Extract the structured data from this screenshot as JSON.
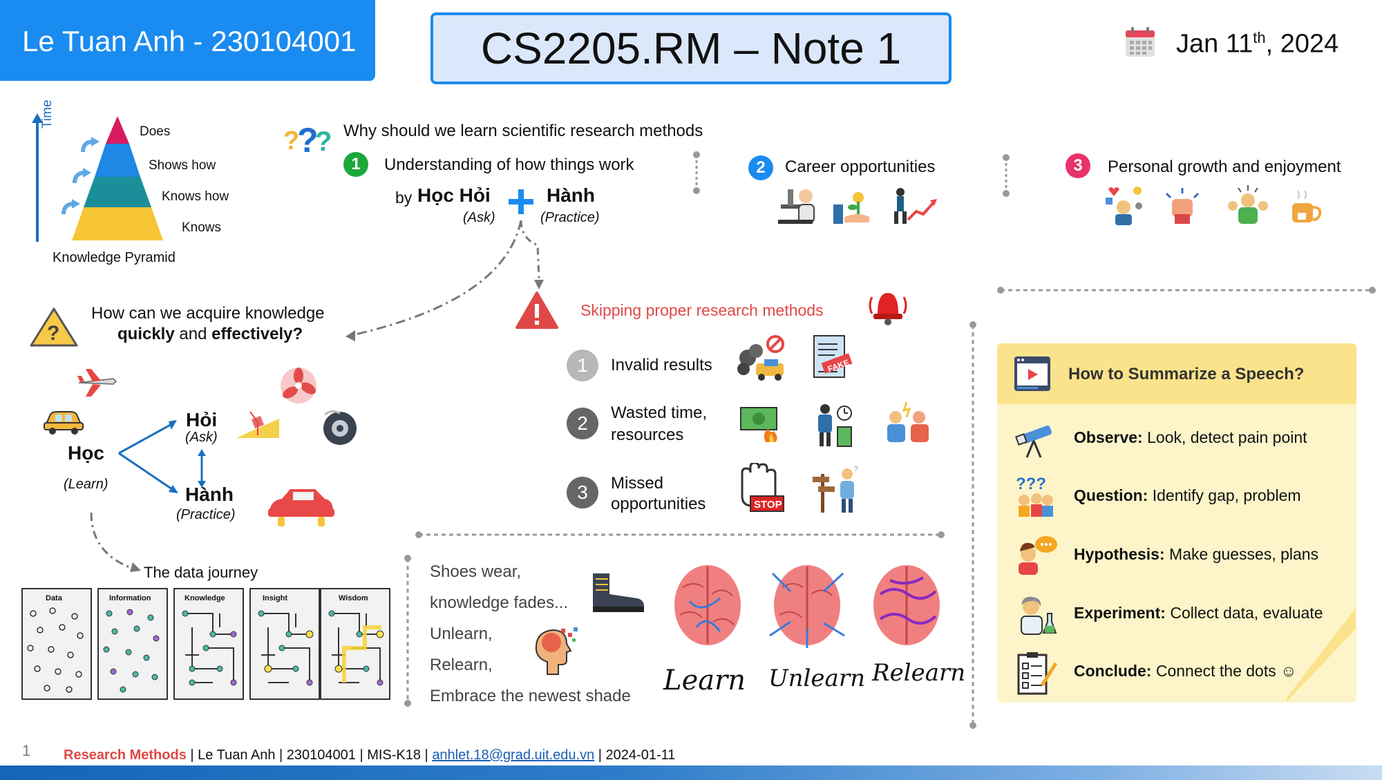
{
  "header": {
    "author": "Le Tuan Anh - 230104001",
    "title": "CS2205.RM – Note 1",
    "date_main": "Jan 11",
    "date_sup": "th",
    "date_year": ", 2024"
  },
  "pyramid": {
    "axis_label": "Time",
    "levels": [
      "Does",
      "Shows how",
      "Knows how",
      "Knows"
    ],
    "caption": "Knowledge Pyramid"
  },
  "why": {
    "heading": "Why should we learn scientific research methods",
    "reasons": [
      {
        "num": "1",
        "label": "Understanding of how things work"
      },
      {
        "num": "2",
        "label": "Career opportunities"
      },
      {
        "num": "3",
        "label": "Personal growth and enjoyment"
      }
    ],
    "by": "by",
    "hoc_hoi": "Học Hỏi",
    "ask": "(Ask)",
    "hanh": "Hành",
    "practice": "(Practice)"
  },
  "acquire": {
    "line1": "How can we acquire knowledge",
    "quickly": "quickly",
    "and": "and",
    "effectively": "effectively?",
    "hoc": "Học",
    "learn": "(Learn)",
    "hoi": "Hỏi",
    "hoi_ask": "(Ask)",
    "hanh": "Hành",
    "hanh_practice": "(Practice)",
    "journey": "The data journey",
    "stages": [
      "Data",
      "Information",
      "Knowledge",
      "Insight",
      "Wisdom"
    ]
  },
  "skipping": {
    "title": "Skipping proper research methods",
    "items": [
      {
        "num": "1",
        "label": "Invalid results"
      },
      {
        "num": "2",
        "label_a": "Wasted time,",
        "label_b": "resources"
      },
      {
        "num": "3",
        "label_a": "Missed",
        "label_b": "opportunities"
      }
    ]
  },
  "poem": {
    "lines": [
      "Shoes wear,",
      "knowledge fades...",
      "Unlearn,",
      "Relearn,",
      "Embrace the newest shade"
    ],
    "brains": [
      "Learn",
      "Unlearn",
      "Relearn"
    ]
  },
  "summary": {
    "title": "How to Summarize a Speech?",
    "steps": [
      {
        "term": "Observe:",
        "desc": "Look, detect pain point",
        "icon": "telescope-icon"
      },
      {
        "term": "Question:",
        "desc": "Identify gap, problem",
        "icon": "question-people-icon"
      },
      {
        "term": "Hypothesis:",
        "desc": "Make guesses, plans",
        "icon": "thinking-person-icon"
      },
      {
        "term": "Experiment:",
        "desc": "Collect data, evaluate",
        "icon": "scientist-icon"
      },
      {
        "term": "Conclude:",
        "desc": "Connect the dots ☺",
        "icon": "checklist-icon"
      }
    ]
  },
  "footer": {
    "page": "1",
    "course": "Research Methods",
    "rest1": " | Le Tuan Anh | 230104001 | MIS-K18 | ",
    "email": "anhlet.18@grad.uit.edu.vn",
    "rest2": "  | 2024-01-11"
  },
  "colors": {
    "accent": "#1a8bf0",
    "green": "#1aa83a",
    "pink": "#e8336a",
    "red_warning": "#e04848",
    "sticky": "#fdf5c9",
    "sticky_head": "#fbe38b"
  }
}
